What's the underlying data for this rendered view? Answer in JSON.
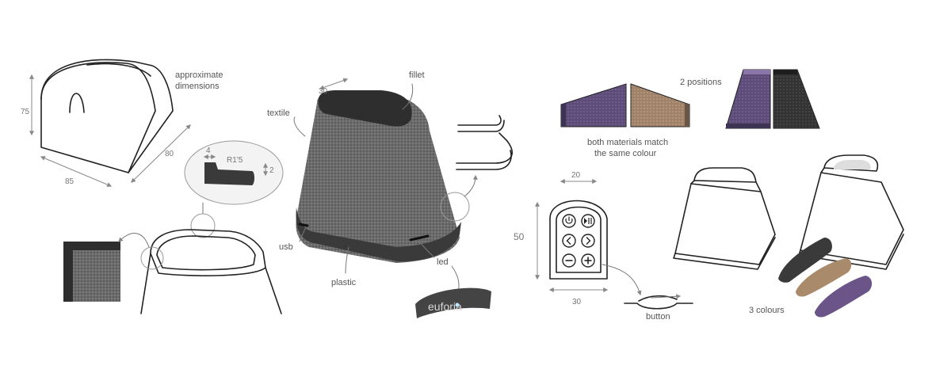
{
  "labels": {
    "approx_line1": "approximate",
    "approx_line2": "dimensions",
    "textile": "textile",
    "fillet": "fillet",
    "usb": "usb",
    "plastic": "plastic",
    "led": "led",
    "two_positions": "2 positions",
    "materials_line1": "both materials match",
    "materials_line2": "the same colour",
    "button": "button",
    "three_colours": "3 colours",
    "brand_word": "euforia"
  },
  "dimensions": {
    "height": "75",
    "width": "85",
    "depth": "80",
    "top_depth": "30",
    "detail_width": "4",
    "detail_radius": "R1'5",
    "detail_height": "2",
    "remote_width_top": "20",
    "remote_height": "50",
    "remote_width_bottom": "30"
  },
  "colors": {
    "purple": "#6a5488",
    "tan": "#a98a6a",
    "dark": "#3a3a3a",
    "textile_grey": "#6e6e6e",
    "led_blue": "#bfe6ff"
  },
  "remote_icons": [
    "power-icon",
    "play-pause-icon",
    "chevron-left-icon",
    "chevron-right-icon",
    "minus-icon",
    "plus-icon"
  ]
}
